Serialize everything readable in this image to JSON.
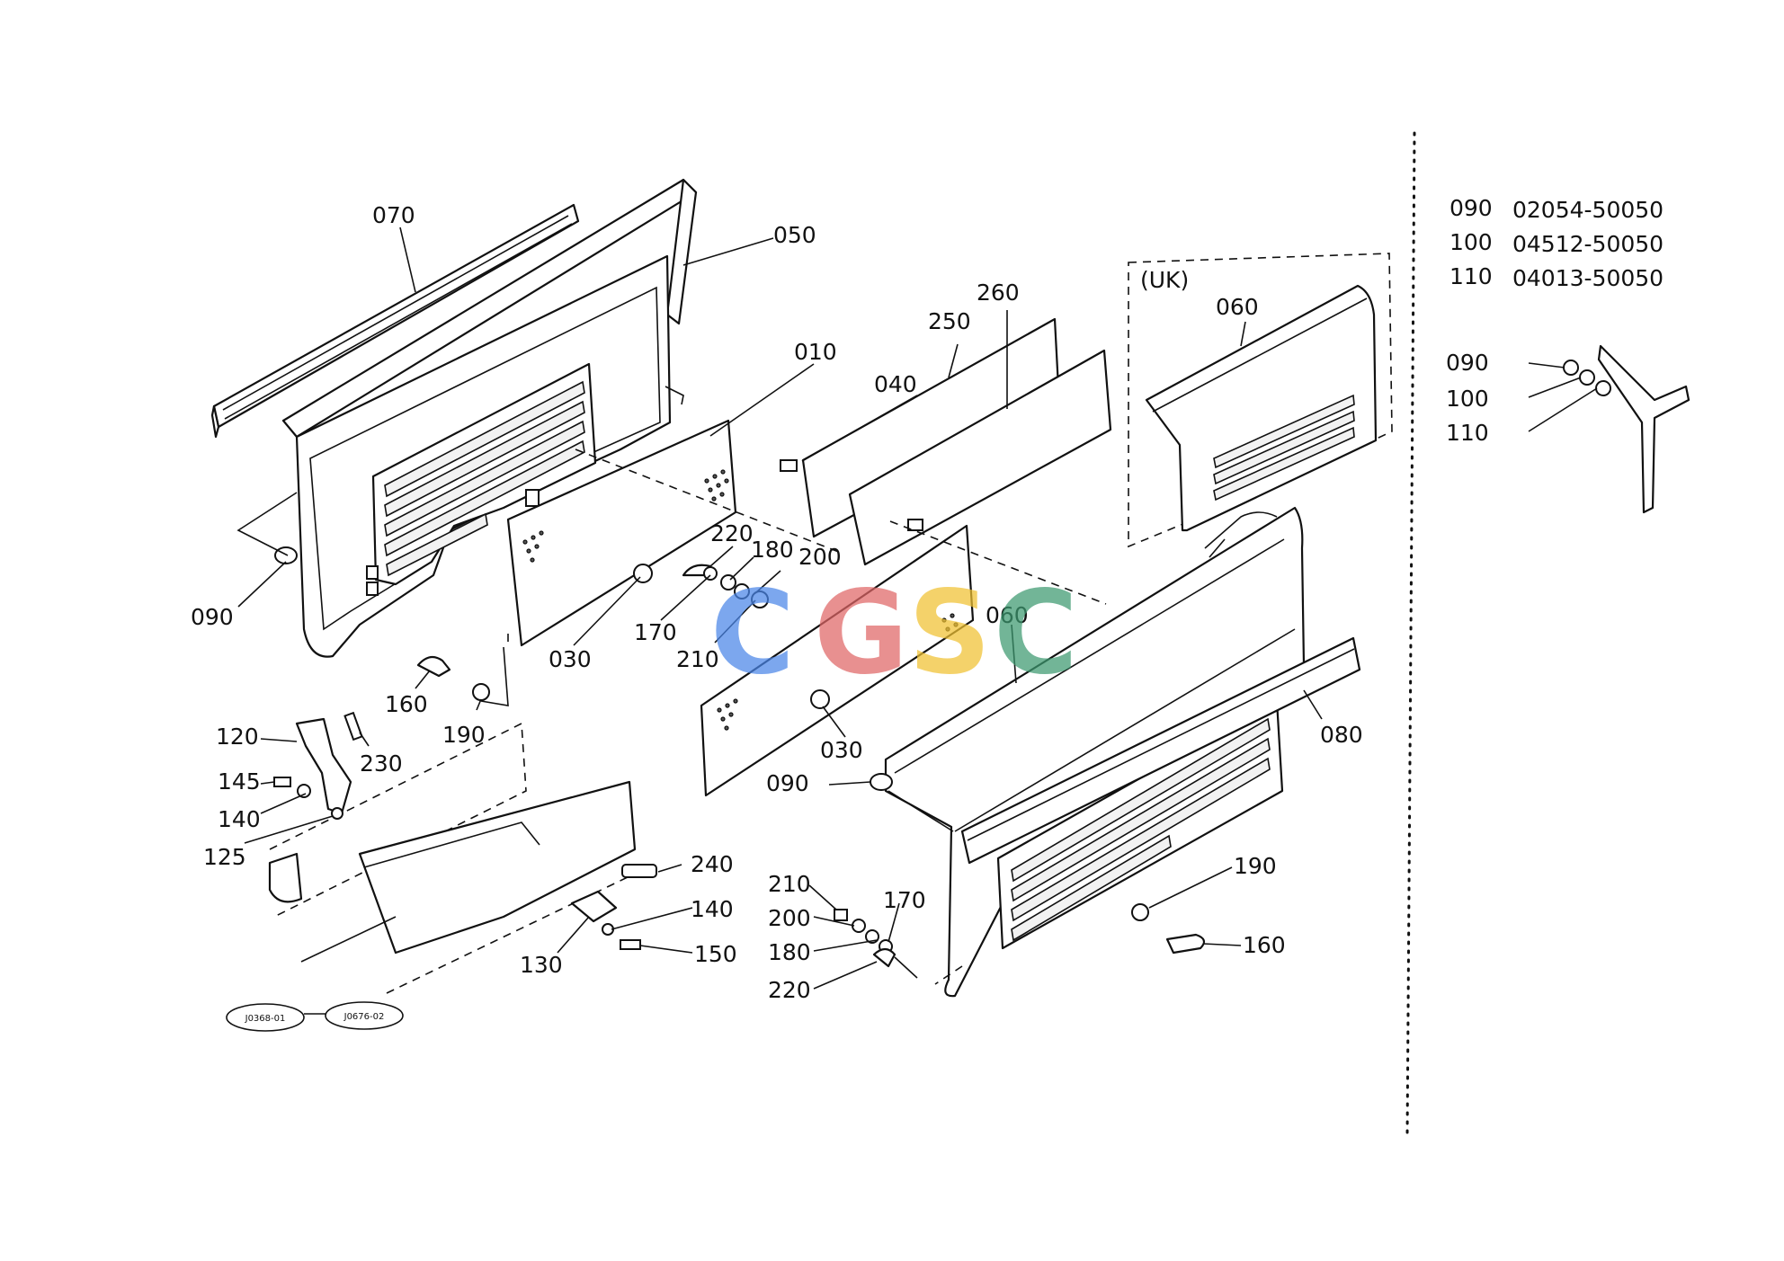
{
  "watermark": {
    "letters": [
      "C",
      "G",
      "S",
      "C"
    ],
    "colors": [
      "#4a86e8",
      "#e06666",
      "#f1c232",
      "#3d9970"
    ]
  },
  "region_label": "(UK)",
  "callouts": {
    "c070": "070",
    "c050": "050",
    "c010": "010",
    "c040": "040",
    "c250": "250",
    "c260": "260",
    "c060_uk": "060",
    "c090_left": "090",
    "c220_top": "220",
    "c180_top": "180",
    "c200_top": "200",
    "c030_left": "030",
    "c170_top": "170",
    "c210_top": "210",
    "c060_main": "060",
    "c160_left": "160",
    "c190_left": "190",
    "c120": "120",
    "c230": "230",
    "c145": "145",
    "c140_left": "140",
    "c125": "125",
    "c030_mid": "030",
    "c090_mid": "090",
    "c080": "080",
    "c240": "240",
    "c140_mid": "140",
    "c150": "150",
    "c130": "130",
    "c210_bot": "210",
    "c200_bot": "200",
    "c180_bot": "180",
    "c170_bot": "170",
    "c220_bot": "220",
    "c190_right": "190",
    "c160_right": "160",
    "ref1": "J0368-01",
    "ref2": "J0676-02",
    "c090_inset": "090",
    "c100_inset": "100",
    "c110_inset": "110"
  },
  "parts_table": [
    {
      "ref": "090",
      "part_no": "02054-50050"
    },
    {
      "ref": "100",
      "part_no": "04512-50050"
    },
    {
      "ref": "110",
      "part_no": "04013-50050"
    }
  ]
}
